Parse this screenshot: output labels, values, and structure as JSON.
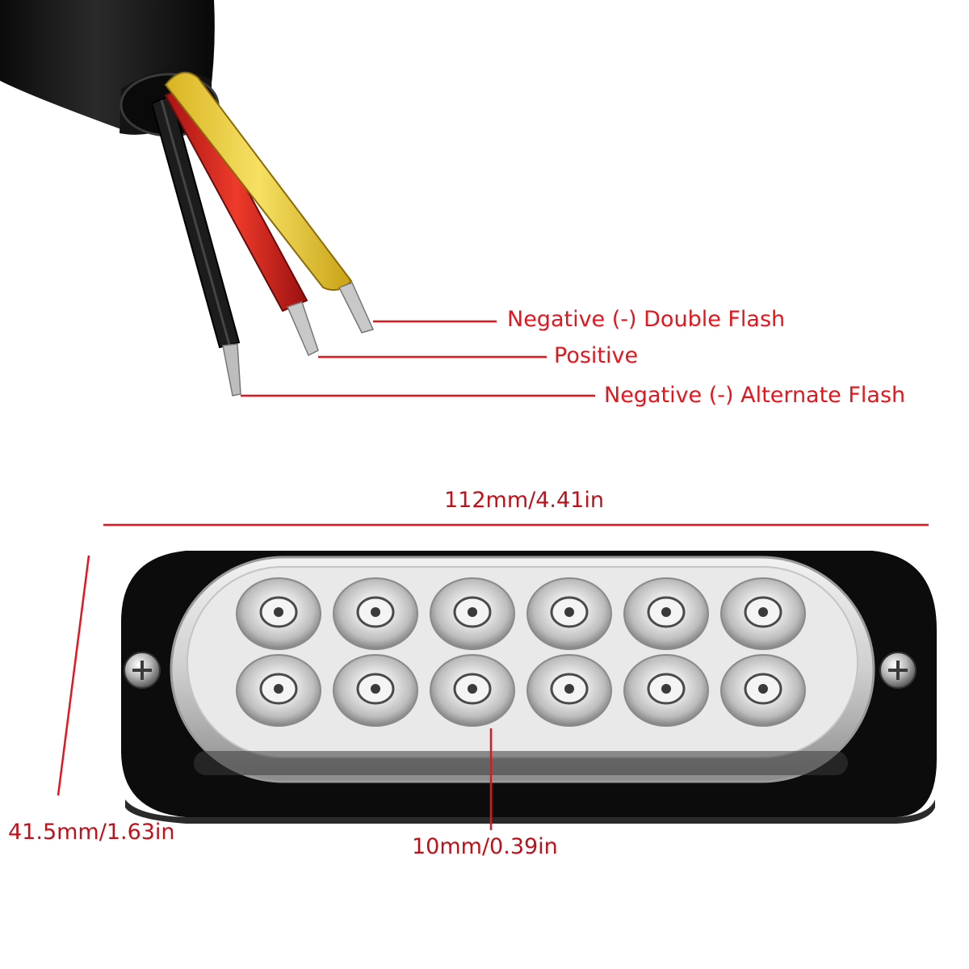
{
  "wiring": {
    "labels": [
      {
        "id": "yellow",
        "text": "Negative (-) Double Flash",
        "wire": "yellow"
      },
      {
        "id": "red",
        "text": "Positive",
        "wire": "red"
      },
      {
        "id": "black",
        "text": "Negative (-) Alternate Flash",
        "wire": "black"
      }
    ]
  },
  "dimensions": {
    "length": "112mm/4.41in",
    "height": "41.5mm/1.63in",
    "depth": "10mm/0.39in"
  },
  "light": {
    "led_rows": 2,
    "led_columns": 6,
    "led_count": 12
  },
  "colors": {
    "annotation": "#e8141c",
    "wire_yellow": "#f0d23a",
    "wire_red": "#d81e1e",
    "wire_black": "#1a1a1a",
    "housing": "#0c0c0c"
  },
  "icons": [
    "screw-icon",
    "led-icon"
  ]
}
